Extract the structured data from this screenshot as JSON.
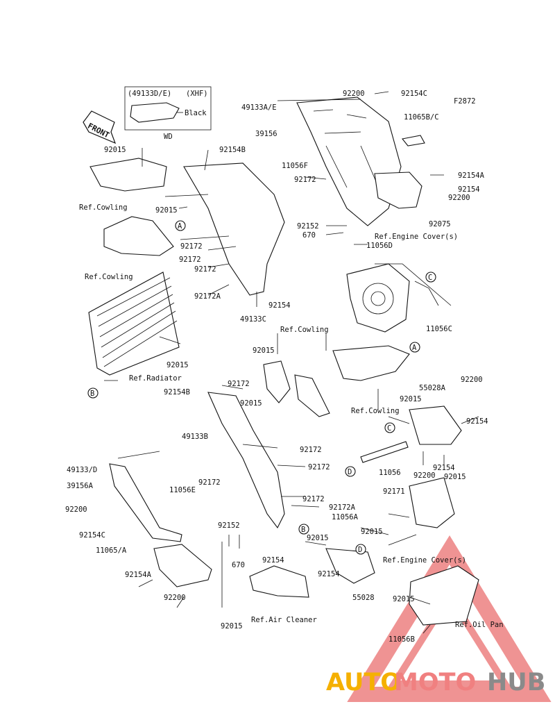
{
  "diagram_code": "F2872",
  "inset": {
    "code": "(49133D/E)",
    "variant": "(XHF)",
    "color": "Black",
    "tag": "WD"
  },
  "front_arrow": "FRONT",
  "part_labels": [
    "92200",
    "92154C",
    "49133A/E",
    "11065B/C",
    "39156",
    "92015",
    "92154B",
    "11056F",
    "92154A",
    "92172",
    "92154",
    "92200",
    "Ref.Cowling",
    "92015",
    "92075",
    "92152",
    "670",
    "Ref.Engine Cover(s)",
    "11056D",
    "92172",
    "92172",
    "Ref.Cowling",
    "92172",
    "92172A",
    "92154",
    "49133C",
    "11056C",
    "Ref.Cowling",
    "92015",
    "Ref.Radiator",
    "92015",
    "92172",
    "55028A",
    "92200",
    "92154B",
    "92015",
    "92015",
    "Ref.Cowling",
    "92154",
    "49133B",
    "92172",
    "92172",
    "11056",
    "92200",
    "92015",
    "92154",
    "49133/D",
    "92172",
    "39156A",
    "11056E",
    "92172",
    "92172A",
    "92171",
    "92200",
    "11056A",
    "92154C",
    "92152",
    "92015",
    "92015",
    "670",
    "11065/A",
    "92154",
    "Ref.Engine Cover(s)",
    "92154A",
    "92154",
    "92200",
    "55028",
    "92015",
    "Ref.Air Cleaner",
    "92015",
    "Ref.Oil Pan",
    "11056B"
  ],
  "callouts": [
    "A",
    "A",
    "B",
    "B",
    "C",
    "C",
    "D",
    "D"
  ],
  "watermark": {
    "part1": "AUTO",
    "part2": "MOTO",
    "part3": "HUB"
  }
}
